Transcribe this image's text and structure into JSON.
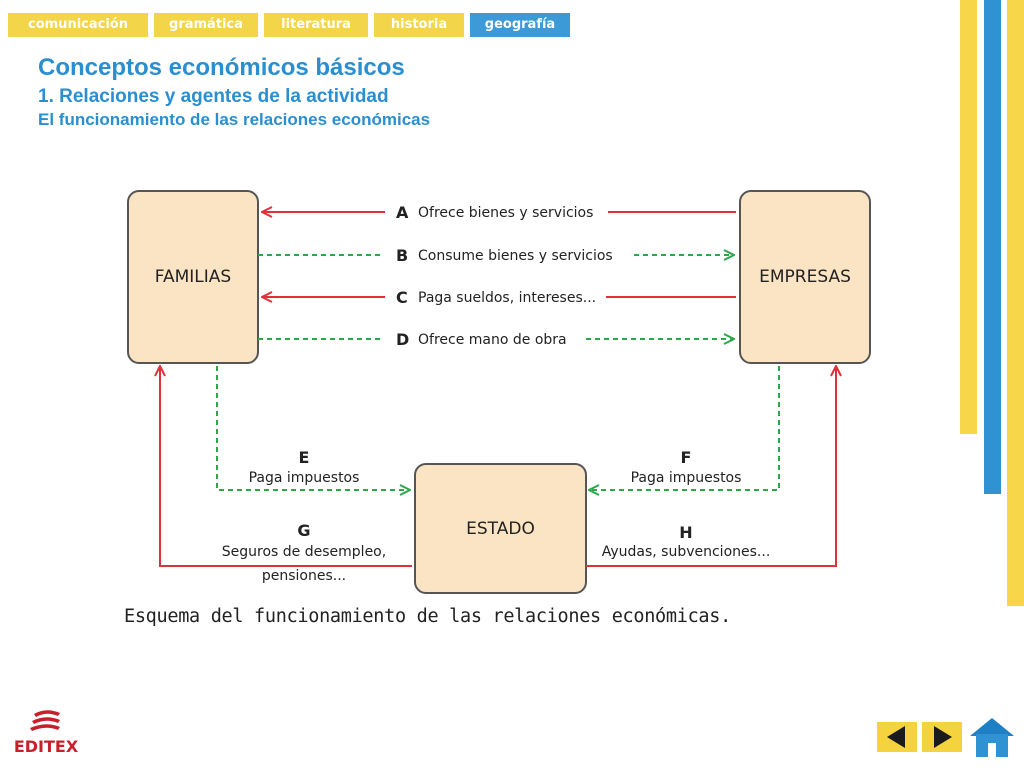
{
  "nav": {
    "tabs": [
      {
        "label": "comunicación",
        "active": false
      },
      {
        "label": "gramática",
        "active": false
      },
      {
        "label": "literatura",
        "active": false
      },
      {
        "label": "historia",
        "active": false
      },
      {
        "label": "geografía",
        "active": true
      }
    ]
  },
  "header": {
    "title": "Conceptos económicos básicos",
    "subtitle": "1. Relaciones y agentes de la actividad",
    "section": "El funcionamiento de las relaciones económicas"
  },
  "diagram": {
    "boxes": {
      "familias": "FAMILIAS",
      "empresas": "EMPRESAS",
      "estado": "ESTADO"
    },
    "flows": [
      {
        "letter": "A",
        "text": "Ofrece bienes y servicios",
        "kind": "money",
        "direction": "to-familias"
      },
      {
        "letter": "B",
        "text": "Consume bienes y servicios",
        "kind": "real",
        "direction": "to-empresas"
      },
      {
        "letter": "C",
        "text": "Paga sueldos, intereses...",
        "kind": "money",
        "direction": "to-familias"
      },
      {
        "letter": "D",
        "text": "Ofrece mano de obra",
        "kind": "real",
        "direction": "to-empresas"
      },
      {
        "letter": "E",
        "text": "Paga impuestos",
        "kind": "real",
        "direction": "familias-to-estado"
      },
      {
        "letter": "F",
        "text": "Paga impuestos",
        "kind": "real",
        "direction": "empresas-to-estado"
      },
      {
        "letter": "G",
        "text_line1": "Seguros de desempleo,",
        "text_line2": "pensiones...",
        "kind": "money",
        "direction": "estado-to-familias"
      },
      {
        "letter": "H",
        "text": "Ayudas, subvenciones...",
        "kind": "money",
        "direction": "estado-to-empresas"
      }
    ],
    "caption": "Esquema del funcionamiento de las relaciones económicas."
  },
  "footer": {
    "logo_text": "EDITEX",
    "prev_icon": "triangle-left-icon",
    "next_icon": "triangle-right-icon",
    "home_icon": "home-icon"
  },
  "colors": {
    "accent_blue": "#2a8fd0",
    "nav_yellow": "#f3d54a",
    "money_flow_red": "#e0313a",
    "real_flow_green": "#2aa84a",
    "box_fill": "#fbe4c4",
    "logo_red": "#c8202a"
  }
}
